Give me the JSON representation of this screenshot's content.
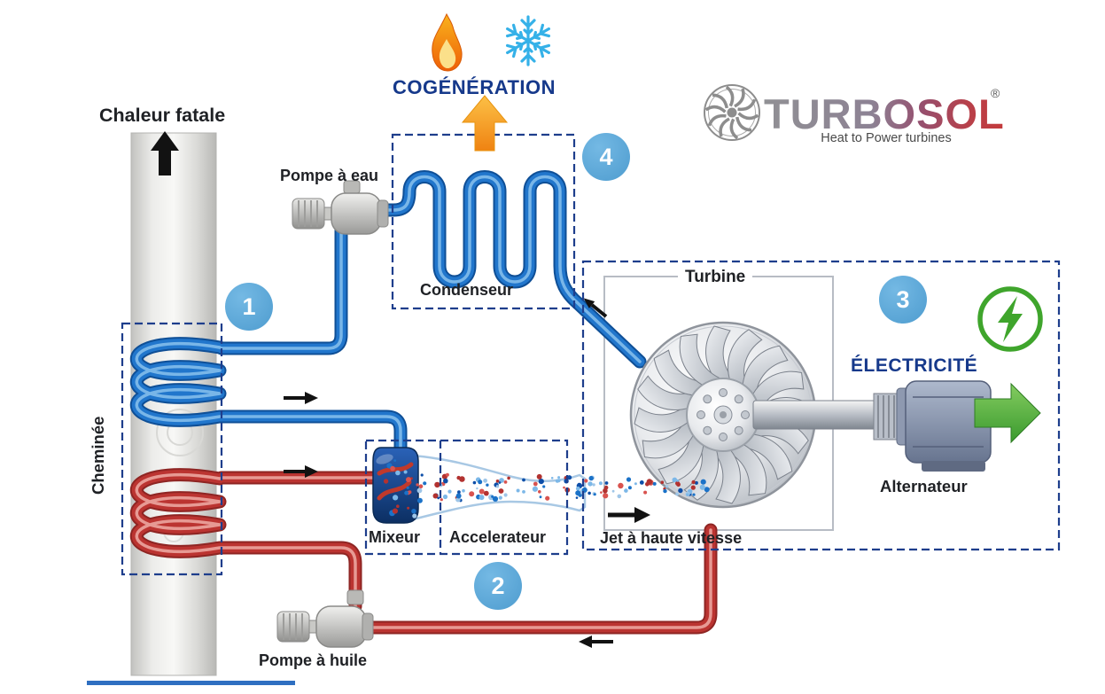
{
  "logo": {
    "name": "TURBOSOL",
    "registered": "®",
    "tagline": "Heat to Power turbines"
  },
  "labels": {
    "chaleur_fatale": "Chaleur fatale",
    "cheminee": "Cheminée",
    "pompe_a_eau": "Pompe à eau",
    "condenseur": "Condenseur",
    "cogeneration": "COGÉNÉRATION",
    "turbine": "Turbine",
    "electricite": "ÉLECTRICITÉ",
    "alternateur": "Alternateur",
    "mixeur": "Mixeur",
    "accelerateur": "Accelerateur",
    "jet_haute_vitesse": "Jet à haute vitesse",
    "pompe_a_huile": "Pompe à huile"
  },
  "steps": [
    {
      "number": "1"
    },
    {
      "number": "2"
    },
    {
      "number": "3"
    },
    {
      "number": "4"
    }
  ],
  "icons": {
    "flame_icon": "flame",
    "snowflake_icon": "snowflake",
    "electricity_icon": "lightning-bolt-in-circle",
    "green_arrow_icon": "block-arrow-right",
    "orange_arrow_icon": "block-arrow-up",
    "fan_icon": "turbine-fan-logo",
    "flow_arrow_icon": "black-flow-arrow"
  },
  "colors": {
    "hot_circuit": "#bb3431",
    "cold_circuit": "#2176cc",
    "step_badge": "#55a5d8",
    "dashed_outline": "#1e3e8c",
    "heading_navy": "#16398b",
    "electric_green": "#3fa52c",
    "cogeneration_arrow": "#f49a1c"
  }
}
